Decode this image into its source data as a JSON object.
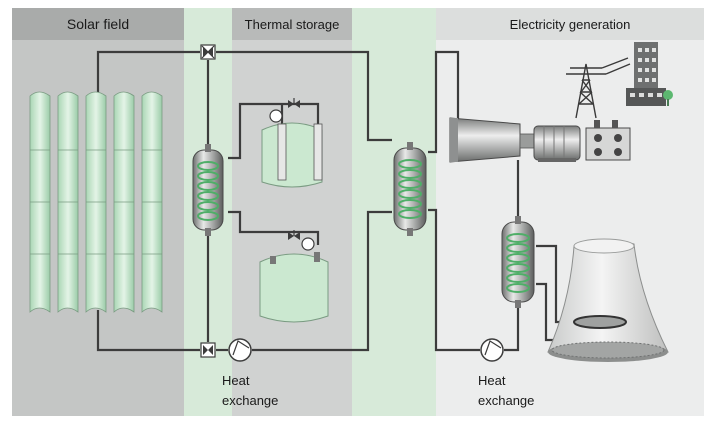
{
  "sections": {
    "solar_field": "Solar field",
    "thermal_storage": "Thermal storage",
    "electricity_generation": "Electricity generation"
  },
  "labels": {
    "heat_exchange_1_line1": "Heat",
    "heat_exchange_1_line2": "exchange",
    "heat_exchange_2_line1": "Heat",
    "heat_exchange_2_line2": "exchange"
  },
  "colors": {
    "solar_bg": "#c4c6c5",
    "solar_header": "#a9abaa",
    "light_green_bg": "#d7ead9",
    "storage_bg": "#d0d2d1",
    "storage_header": "#b8bab9",
    "generation_bg": "#eceded",
    "generation_header": "#dcdedd",
    "panel_green": "#c9e6cf",
    "tank_green": "#cbe8d0",
    "pipe": "#3c3c3c"
  }
}
